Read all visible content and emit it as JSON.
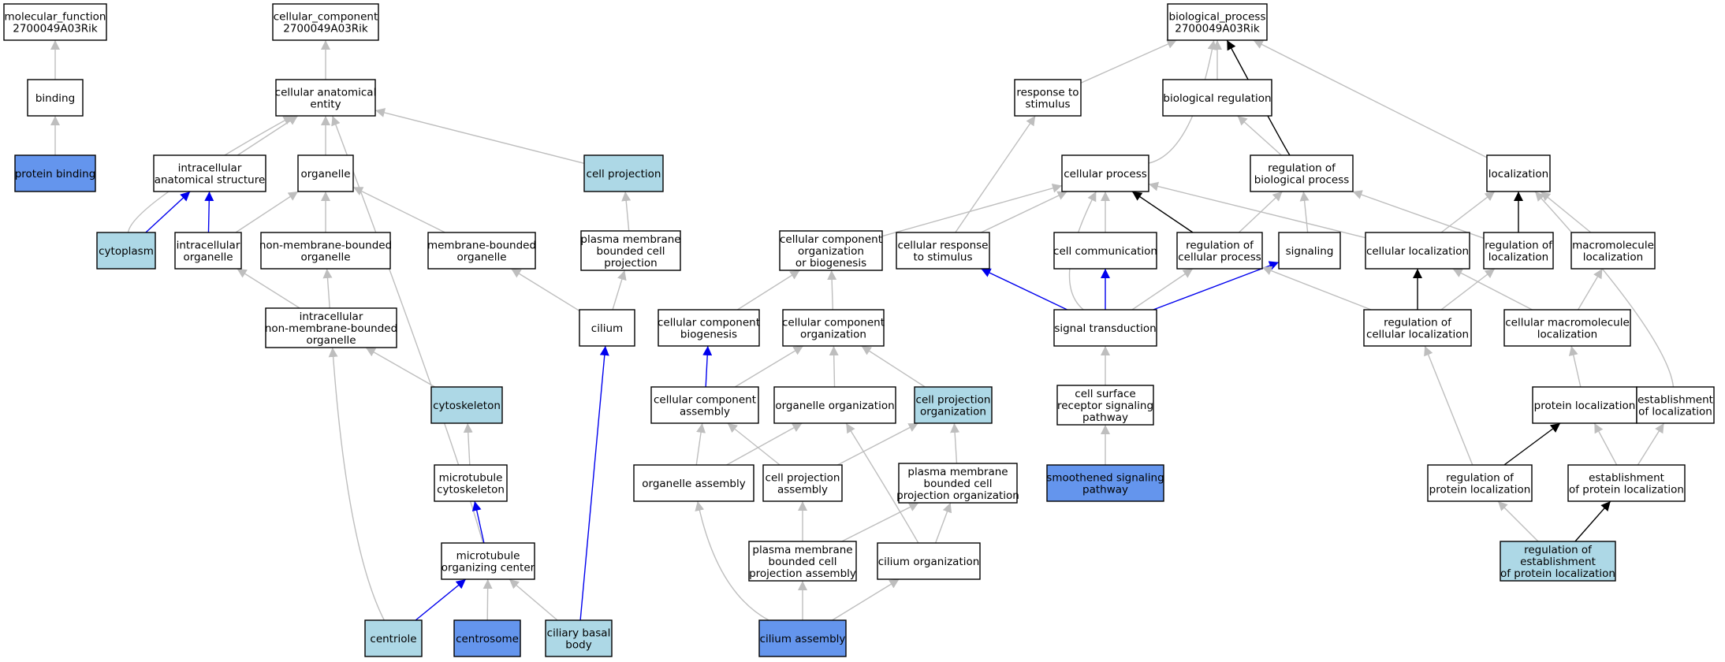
{
  "colors": {
    "white": "#ffffff",
    "light": "#add8e6",
    "dark": "#6495ed",
    "edge_gray": "#bebebe",
    "edge_blue": "#0000ee",
    "edge_black": "#000000"
  },
  "nodes": [
    {
      "id": "mf",
      "lines": [
        "molecular_function",
        "2700049A03Rik"
      ],
      "fill": "white"
    },
    {
      "id": "binding",
      "lines": [
        "binding"
      ],
      "fill": "white"
    },
    {
      "id": "protbind",
      "lines": [
        "protein binding"
      ],
      "fill": "dark"
    },
    {
      "id": "cc",
      "lines": [
        "cellular_component",
        "2700049A03Rik"
      ],
      "fill": "white"
    },
    {
      "id": "cae",
      "lines": [
        "cellular anatomical",
        "entity"
      ],
      "fill": "white"
    },
    {
      "id": "ias",
      "lines": [
        "intracellular",
        "anatomical structure"
      ],
      "fill": "white"
    },
    {
      "id": "organelle",
      "lines": [
        "organelle"
      ],
      "fill": "white"
    },
    {
      "id": "cellproj",
      "lines": [
        "cell projection"
      ],
      "fill": "light"
    },
    {
      "id": "cytoplasm",
      "lines": [
        "cytoplasm"
      ],
      "fill": "light"
    },
    {
      "id": "intorg",
      "lines": [
        "intracellular",
        "organelle"
      ],
      "fill": "white"
    },
    {
      "id": "nmbo",
      "lines": [
        "non-membrane-bounded",
        "organelle"
      ],
      "fill": "white"
    },
    {
      "id": "mbo",
      "lines": [
        "membrane-bounded",
        "organelle"
      ],
      "fill": "white"
    },
    {
      "id": "pmbcp",
      "lines": [
        "plasma membrane",
        "bounded cell",
        "projection"
      ],
      "fill": "white"
    },
    {
      "id": "inmbo",
      "lines": [
        "intracellular",
        "non-membrane-bounded",
        "organelle"
      ],
      "fill": "white"
    },
    {
      "id": "cilium",
      "lines": [
        "cilium"
      ],
      "fill": "white"
    },
    {
      "id": "cytoskel",
      "lines": [
        "cytoskeleton"
      ],
      "fill": "light"
    },
    {
      "id": "mtcyto",
      "lines": [
        "microtubule",
        "cytoskeleton"
      ],
      "fill": "white"
    },
    {
      "id": "mtoc",
      "lines": [
        "microtubule",
        "organizing center"
      ],
      "fill": "white"
    },
    {
      "id": "centriole",
      "lines": [
        "centriole"
      ],
      "fill": "light"
    },
    {
      "id": "centrosome",
      "lines": [
        "centrosome"
      ],
      "fill": "dark"
    },
    {
      "id": "cbb",
      "lines": [
        "ciliary basal",
        "body"
      ],
      "fill": "light"
    },
    {
      "id": "bp",
      "lines": [
        "biological_process",
        "2700049A03Rik"
      ],
      "fill": "white"
    },
    {
      "id": "resp",
      "lines": [
        "response to",
        "stimulus"
      ],
      "fill": "white"
    },
    {
      "id": "bioreg",
      "lines": [
        "biological regulation"
      ],
      "fill": "white"
    },
    {
      "id": "cellproc",
      "lines": [
        "cellular process"
      ],
      "fill": "white"
    },
    {
      "id": "regbp",
      "lines": [
        "regulation of",
        "biological process"
      ],
      "fill": "white"
    },
    {
      "id": "local",
      "lines": [
        "localization"
      ],
      "fill": "white"
    },
    {
      "id": "ccob",
      "lines": [
        "cellular component",
        "organization",
        "or biogenesis"
      ],
      "fill": "white"
    },
    {
      "id": "crs",
      "lines": [
        "cellular response",
        "to stimulus"
      ],
      "fill": "white"
    },
    {
      "id": "cellcomm",
      "lines": [
        "cell communication"
      ],
      "fill": "white"
    },
    {
      "id": "regcp",
      "lines": [
        "regulation of",
        "cellular process"
      ],
      "fill": "white"
    },
    {
      "id": "signaling",
      "lines": [
        "signaling"
      ],
      "fill": "white"
    },
    {
      "id": "cellloc",
      "lines": [
        "cellular localization"
      ],
      "fill": "white"
    },
    {
      "id": "regloc",
      "lines": [
        "regulation of",
        "localization"
      ],
      "fill": "white"
    },
    {
      "id": "macloc",
      "lines": [
        "macromolecule",
        "localization"
      ],
      "fill": "white"
    },
    {
      "id": "ccbio",
      "lines": [
        "cellular component",
        "biogenesis"
      ],
      "fill": "white"
    },
    {
      "id": "ccorg",
      "lines": [
        "cellular component",
        "organization"
      ],
      "fill": "white"
    },
    {
      "id": "sigtrans",
      "lines": [
        "signal transduction"
      ],
      "fill": "white"
    },
    {
      "id": "regcl",
      "lines": [
        "regulation of",
        "cellular localization"
      ],
      "fill": "white"
    },
    {
      "id": "cmacloc",
      "lines": [
        "cellular macromolecule",
        "localization"
      ],
      "fill": "white"
    },
    {
      "id": "ccasm",
      "lines": [
        "cellular component",
        "assembly"
      ],
      "fill": "white"
    },
    {
      "id": "orgorg",
      "lines": [
        "organelle organization"
      ],
      "fill": "white"
    },
    {
      "id": "cporg",
      "lines": [
        "cell projection",
        "organization"
      ],
      "fill": "light"
    },
    {
      "id": "csrsp",
      "lines": [
        "cell surface",
        "receptor signaling",
        "pathway"
      ],
      "fill": "white"
    },
    {
      "id": "protloc",
      "lines": [
        "protein localization"
      ],
      "fill": "white"
    },
    {
      "id": "estloc",
      "lines": [
        "establishment",
        "of localization"
      ],
      "fill": "white"
    },
    {
      "id": "orgasm",
      "lines": [
        "organelle assembly"
      ],
      "fill": "white"
    },
    {
      "id": "cpasm",
      "lines": [
        "cell projection",
        "assembly"
      ],
      "fill": "white"
    },
    {
      "id": "pmbcpo",
      "lines": [
        "plasma membrane",
        "bounded cell",
        "projection organization"
      ],
      "fill": "white"
    },
    {
      "id": "ssp",
      "lines": [
        "smoothened signaling",
        "pathway"
      ],
      "fill": "dark"
    },
    {
      "id": "regpl",
      "lines": [
        "regulation of",
        "protein localization"
      ],
      "fill": "white"
    },
    {
      "id": "estpl",
      "lines": [
        "establishment",
        "of protein localization"
      ],
      "fill": "white"
    },
    {
      "id": "pmbcpa",
      "lines": [
        "plasma membrane",
        "bounded cell",
        "projection assembly"
      ],
      "fill": "white"
    },
    {
      "id": "cilorg",
      "lines": [
        "cilium organization"
      ],
      "fill": "white"
    },
    {
      "id": "ciliasm",
      "lines": [
        "cilium assembly"
      ],
      "fill": "dark"
    },
    {
      "id": "regepl",
      "lines": [
        "regulation of",
        "establishment",
        "of protein localization"
      ],
      "fill": "light"
    }
  ],
  "edges": [
    {
      "from": "binding",
      "to": "mf",
      "color": "gray"
    },
    {
      "from": "protbind",
      "to": "binding",
      "color": "gray"
    },
    {
      "from": "cae",
      "to": "cc",
      "color": "gray"
    },
    {
      "from": "ias",
      "to": "cae",
      "color": "gray"
    },
    {
      "from": "organelle",
      "to": "cae",
      "color": "gray"
    },
    {
      "from": "cellproj",
      "to": "cae",
      "color": "gray"
    },
    {
      "from": "cytoplasm",
      "to": "cae",
      "color": "gray"
    },
    {
      "from": "mtoc",
      "to": "cae",
      "color": "gray"
    },
    {
      "from": "cytoplasm",
      "to": "ias",
      "color": "blue"
    },
    {
      "from": "intorg",
      "to": "ias",
      "color": "blue"
    },
    {
      "from": "intorg",
      "to": "organelle",
      "color": "gray"
    },
    {
      "from": "nmbo",
      "to": "organelle",
      "color": "gray"
    },
    {
      "from": "mbo",
      "to": "organelle",
      "color": "gray"
    },
    {
      "from": "pmbcp",
      "to": "cellproj",
      "color": "gray"
    },
    {
      "from": "inmbo",
      "to": "intorg",
      "color": "gray"
    },
    {
      "from": "inmbo",
      "to": "nmbo",
      "color": "gray"
    },
    {
      "from": "cilium",
      "to": "mbo",
      "color": "gray"
    },
    {
      "from": "cilium",
      "to": "pmbcp",
      "color": "gray"
    },
    {
      "from": "cytoskel",
      "to": "inmbo",
      "color": "gray"
    },
    {
      "from": "centriole",
      "to": "inmbo",
      "color": "gray"
    },
    {
      "from": "mtcyto",
      "to": "cytoskel",
      "color": "gray"
    },
    {
      "from": "mtoc",
      "to": "mtcyto",
      "color": "blue"
    },
    {
      "from": "centriole",
      "to": "mtoc",
      "color": "blue"
    },
    {
      "from": "centrosome",
      "to": "mtoc",
      "color": "gray"
    },
    {
      "from": "cbb",
      "to": "mtoc",
      "color": "gray"
    },
    {
      "from": "cbb",
      "to": "cilium",
      "color": "blue"
    },
    {
      "from": "resp",
      "to": "bp",
      "color": "gray"
    },
    {
      "from": "bioreg",
      "to": "bp",
      "color": "gray"
    },
    {
      "from": "cellproc",
      "to": "bp",
      "color": "gray"
    },
    {
      "from": "regbp",
      "to": "bp",
      "color": "black"
    },
    {
      "from": "local",
      "to": "bp",
      "color": "gray"
    },
    {
      "from": "regbp",
      "to": "bioreg",
      "color": "gray"
    },
    {
      "from": "crs",
      "to": "resp",
      "color": "gray"
    },
    {
      "from": "ccob",
      "to": "cellproc",
      "color": "gray"
    },
    {
      "from": "crs",
      "to": "cellproc",
      "color": "gray"
    },
    {
      "from": "cellcomm",
      "to": "cellproc",
      "color": "gray"
    },
    {
      "from": "regcp",
      "to": "cellproc",
      "color": "black"
    },
    {
      "from": "sigtrans",
      "to": "cellproc",
      "color": "gray"
    },
    {
      "from": "cellloc",
      "to": "cellproc",
      "color": "gray"
    },
    {
      "from": "regcp",
      "to": "regbp",
      "color": "gray"
    },
    {
      "from": "signaling",
      "to": "regbp",
      "color": "gray"
    },
    {
      "from": "regloc",
      "to": "regbp",
      "color": "gray"
    },
    {
      "from": "cellloc",
      "to": "local",
      "color": "gray"
    },
    {
      "from": "regloc",
      "to": "local",
      "color": "black"
    },
    {
      "from": "macloc",
      "to": "local",
      "color": "gray"
    },
    {
      "from": "estloc",
      "to": "local",
      "color": "gray"
    },
    {
      "from": "ccbio",
      "to": "ccob",
      "color": "gray"
    },
    {
      "from": "ccorg",
      "to": "ccob",
      "color": "gray"
    },
    {
      "from": "ccasm",
      "to": "ccbio",
      "color": "blue"
    },
    {
      "from": "ccasm",
      "to": "ccorg",
      "color": "gray"
    },
    {
      "from": "orgorg",
      "to": "ccorg",
      "color": "gray"
    },
    {
      "from": "cporg",
      "to": "ccorg",
      "color": "gray"
    },
    {
      "from": "sigtrans",
      "to": "crs",
      "color": "blue"
    },
    {
      "from": "sigtrans",
      "to": "cellcomm",
      "color": "blue"
    },
    {
      "from": "sigtrans",
      "to": "regcp",
      "color": "gray"
    },
    {
      "from": "sigtrans",
      "to": "signaling",
      "color": "blue"
    },
    {
      "from": "csrsp",
      "to": "sigtrans",
      "color": "gray"
    },
    {
      "from": "ssp",
      "to": "csrsp",
      "color": "gray"
    },
    {
      "from": "regcl",
      "to": "cellloc",
      "color": "black"
    },
    {
      "from": "regcl",
      "to": "regloc",
      "color": "gray"
    },
    {
      "from": "regcl",
      "to": "regcp",
      "color": "gray"
    },
    {
      "from": "cmacloc",
      "to": "cellloc",
      "color": "gray"
    },
    {
      "from": "cmacloc",
      "to": "macloc",
      "color": "gray"
    },
    {
      "from": "protloc",
      "to": "cmacloc",
      "color": "gray"
    },
    {
      "from": "regpl",
      "to": "regcl",
      "color": "gray"
    },
    {
      "from": "regpl",
      "to": "protloc",
      "color": "black"
    },
    {
      "from": "estpl",
      "to": "protloc",
      "color": "gray"
    },
    {
      "from": "estpl",
      "to": "estloc",
      "color": "gray"
    },
    {
      "from": "regepl",
      "to": "regpl",
      "color": "gray"
    },
    {
      "from": "regepl",
      "to": "estpl",
      "color": "black"
    },
    {
      "from": "orgasm",
      "to": "ccasm",
      "color": "gray"
    },
    {
      "from": "orgasm",
      "to": "orgorg",
      "color": "gray"
    },
    {
      "from": "cpasm",
      "to": "ccasm",
      "color": "gray"
    },
    {
      "from": "cpasm",
      "to": "cporg",
      "color": "gray"
    },
    {
      "from": "cilorg",
      "to": "orgorg",
      "color": "gray"
    },
    {
      "from": "pmbcpo",
      "to": "cporg",
      "color": "gray"
    },
    {
      "from": "pmbcpa",
      "to": "cpasm",
      "color": "gray"
    },
    {
      "from": "pmbcpa",
      "to": "pmbcpo",
      "color": "gray"
    },
    {
      "from": "cilorg",
      "to": "pmbcpo",
      "color": "gray"
    },
    {
      "from": "ciliasm",
      "to": "orgasm",
      "color": "gray"
    },
    {
      "from": "ciliasm",
      "to": "pmbcpa",
      "color": "gray"
    },
    {
      "from": "ciliasm",
      "to": "cilorg",
      "color": "gray"
    }
  ]
}
